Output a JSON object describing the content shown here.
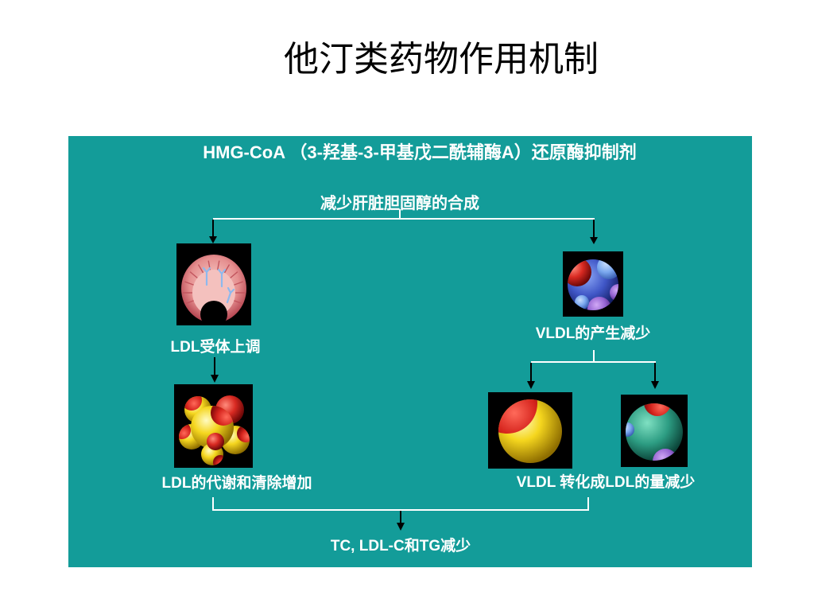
{
  "slide": {
    "title": "他汀类药物作用机制"
  },
  "colors": {
    "panel": "#139c99",
    "text": "#ffffff",
    "arrow": "#000000",
    "page_background": "#ffffff"
  },
  "panel": {
    "heading": "HMG-CoA （3-羟基-3-甲基戊二酰辅酶A）还原酶抑制剂",
    "step_top": "减少肝脏胆固醇的合成",
    "left": {
      "receptor_label": "LDL受体上调",
      "clearance_label": "LDL的代谢和清除增加"
    },
    "right": {
      "vldl_label": "VLDL的产生减少",
      "conversion_label": "VLDL 转化成LDL的量减少"
    },
    "result_label": "TC, LDL-C和TG减少"
  }
}
